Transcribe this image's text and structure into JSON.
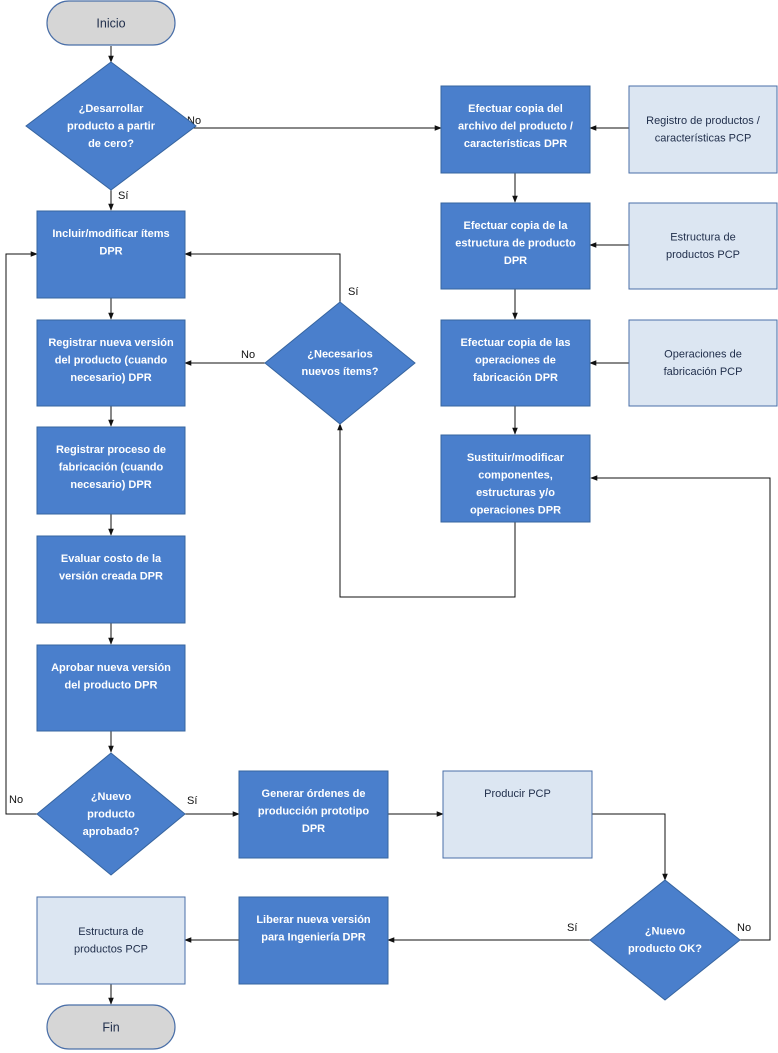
{
  "colors": {
    "process_fill": "#4a7fcc",
    "process_stroke": "#36649f",
    "data_fill": "#dce6f2",
    "data_stroke": "#4a6fa8",
    "terminal_fill": "#d6d6d6",
    "terminal_stroke": "#4a6fa8",
    "edge": "#111111"
  },
  "nodes": {
    "inicio": [
      "Inicio"
    ],
    "desarrollar": [
      "¿Desarrollar",
      "producto a partir",
      "de cero?"
    ],
    "incluir": [
      "Incluir/modificar ítems",
      "DPR"
    ],
    "registrar_version": [
      "Registrar nueva versión",
      "del producto (cuando",
      "necesario) DPR"
    ],
    "registrar_proceso": [
      "Registrar proceso de",
      "fabricación (cuando",
      "necesario) DPR"
    ],
    "evaluar": [
      "Evaluar costo de la",
      "versión creada DPR"
    ],
    "aprobar": [
      "Aprobar nueva versión",
      "del producto DPR"
    ],
    "nuevo_aprobado": [
      "¿Nuevo",
      "producto",
      "aprobado?"
    ],
    "generar": [
      "Generar órdenes de",
      "producción prototipo",
      "DPR"
    ],
    "producir": [
      "Producir PCP"
    ],
    "nuevo_ok": [
      "¿Nuevo",
      "producto OK?"
    ],
    "liberar": [
      "Liberar nueva versión",
      "para Ingeniería DPR"
    ],
    "estructura_final": [
      "Estructura de",
      "productos PCP"
    ],
    "fin": [
      "Fin"
    ],
    "necesarios": [
      "¿Necesarios",
      "nuevos ítems?"
    ],
    "copia_archivo": [
      "Efectuar copia del",
      "archivo del producto /",
      "características DPR"
    ],
    "copia_estructura": [
      "Efectuar copia de la",
      "estructura de producto",
      "DPR"
    ],
    "copia_operaciones": [
      "Efectuar copia de las",
      "operaciones de",
      "fabricación DPR"
    ],
    "sustituir": [
      "Sustituir/modificar",
      "componentes,",
      "estructuras y/o",
      "operaciones DPR"
    ],
    "registro_productos": [
      "Registro de productos /",
      "características PCP"
    ],
    "estructura_pcp": [
      "Estructura de",
      "productos PCP"
    ],
    "operaciones_pcp": [
      "Operaciones de",
      "fabricación PCP"
    ]
  },
  "edge_labels": {
    "desarrollar_no": "No",
    "desarrollar_si": "Sí",
    "necesarios_si": "Sí",
    "necesarios_no": "No",
    "aprobado_no": "No",
    "aprobado_si": "Sí",
    "ok_si": "Sí",
    "ok_no": "No"
  }
}
